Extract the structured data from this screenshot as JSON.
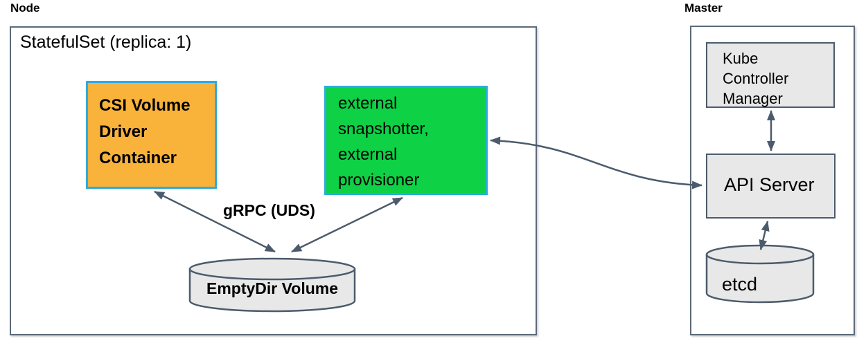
{
  "diagram": {
    "node": {
      "label": "Node",
      "statefulset_title": "StatefulSet (replica: 1)",
      "csi_box_lines": [
        "CSI Volume",
        "Driver",
        "Container"
      ],
      "sidecar_box_lines": [
        "external",
        "snapshotter,",
        "external",
        "provisioner"
      ],
      "grpc_label": "gRPC (UDS)",
      "emptydir_label": "EmptyDir Volume"
    },
    "master": {
      "label": "Master",
      "controller_box_lines": [
        "Kube",
        "Controller",
        "Manager"
      ],
      "api_server_label": "API Server",
      "etcd_label": "etcd"
    },
    "colors": {
      "csi_box_fill": "#f9b23a",
      "sidecar_box_fill": "#0ed145",
      "box_border_blue": "#2cabe2",
      "gray_fill": "#e8e8e8",
      "line_color": "#4c5b6c",
      "outer_border": "#5b6a7a"
    }
  }
}
